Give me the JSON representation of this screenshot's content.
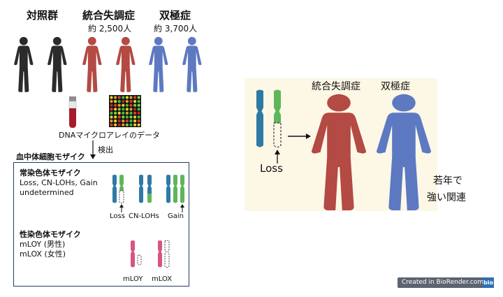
{
  "top": {
    "control_label": "対照群",
    "schizo_label": "統合失調症",
    "schizo_count": "約 2,500人",
    "bipolar_label": "双極症",
    "bipolar_count": "約 3,700人"
  },
  "microarray_label": "DNAマイクロアレイのデータ",
  "detect_label": "検出",
  "mosaic_title": "血中体細胞モザイク",
  "box": {
    "autosomal_title": "常染色体モザイク",
    "autosomal_line1": "Loss, CN-LOHs, Gain",
    "autosomal_line2": "undetermined",
    "chr_labels": [
      "Loss",
      "CN-LOHs",
      "Gain"
    ],
    "sex_title": "性染色体モザイク",
    "sex_line1": "mLOY (男性)",
    "sex_line2": "mLOX (女性)",
    "sex_chr_labels": [
      "mLOY",
      "mLOX"
    ]
  },
  "right": {
    "loss_label": "Loss",
    "schizo_label": "統合失調症",
    "bipolar_label": "双極症",
    "assoc_line1": "若年で",
    "assoc_line2": "強い関連"
  },
  "badge": {
    "created_in": "Created in BioRender.com",
    "bio": "bio"
  },
  "colors": {
    "control": "#2b2b2b",
    "schizo": "#b34a43",
    "bipolar": "#5d79c2",
    "chr_blue": "#2e7aa5",
    "chr_green": "#5fb65a",
    "chr_pink": "#d9547e",
    "tube": "#a51c2a"
  }
}
